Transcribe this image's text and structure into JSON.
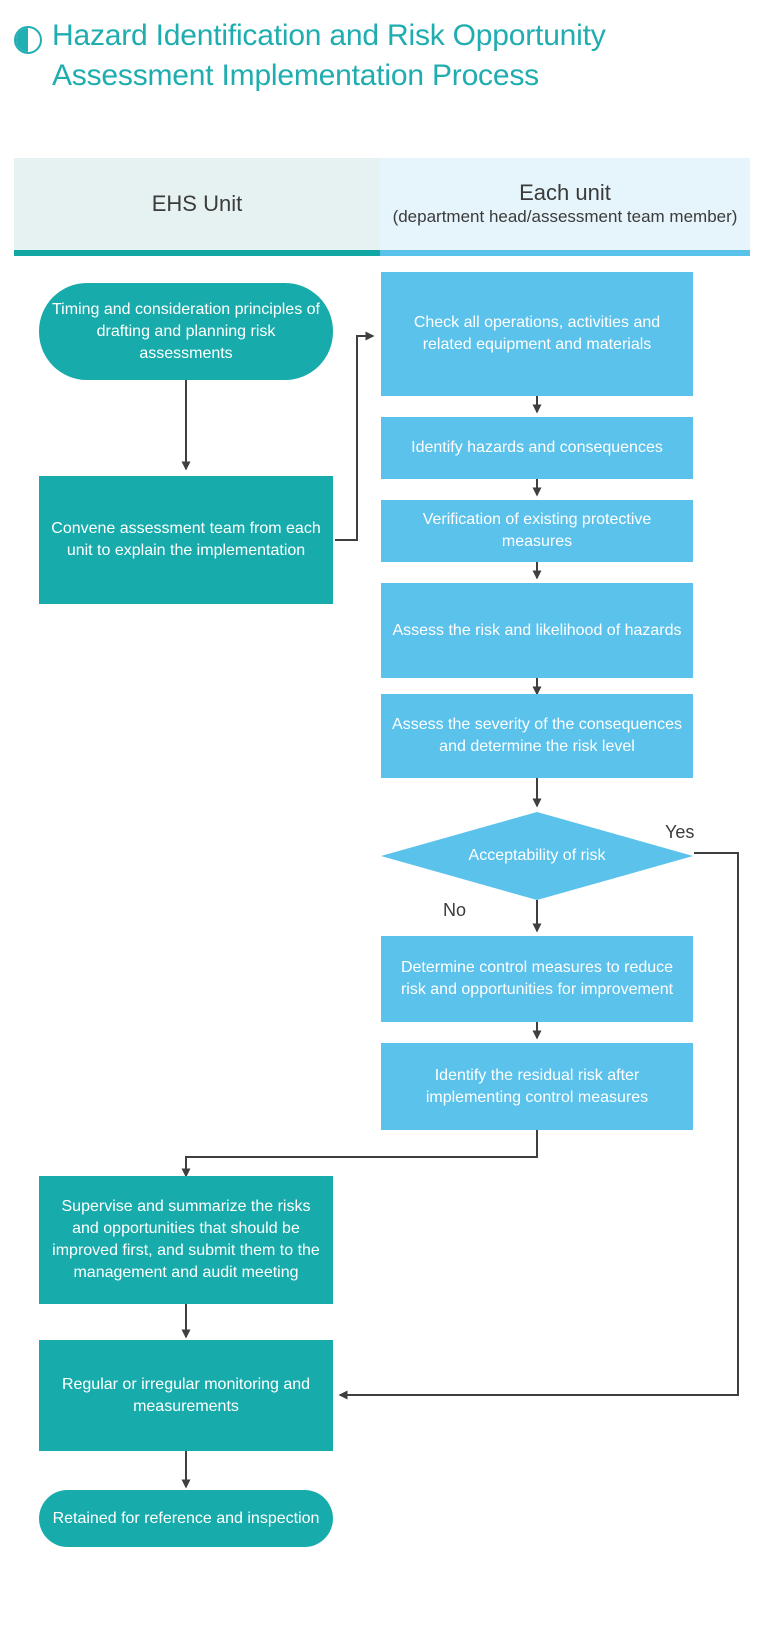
{
  "title": {
    "text": "Hazard Identification and Risk Opportunity Assessment Implementation Process",
    "icon": "half-filled-circle-icon",
    "color": "#1FADAF"
  },
  "header": {
    "left": {
      "label": "EHS Unit",
      "rule_color": "#12A7A5",
      "bg": "#E6F2F1"
    },
    "right": {
      "label": "Each unit",
      "sublabel": "(department head/assessment team member)",
      "rule_color": "#59C2EA",
      "bg": "#E6F4FB"
    }
  },
  "palette": {
    "teal": "#17ACAB",
    "blue": "#5BC2EC",
    "connector": "#3F3F3F",
    "text_on_fill": "#FFFFFF"
  },
  "chart_data": {
    "type": "diagram",
    "title": "Hazard Identification and Risk Opportunity Assessment Implementation Process",
    "lanes": [
      "EHS Unit",
      "Each unit (department head/assessment team member)"
    ],
    "nodes": [
      {
        "id": "n1",
        "lane": "EHS Unit",
        "shape": "pill",
        "fill": "teal",
        "text": "Timing and consideration principles of drafting and planning risk assessments"
      },
      {
        "id": "n2",
        "lane": "EHS Unit",
        "shape": "rect",
        "fill": "teal",
        "text": "Convene assessment team from each unit to explain the implementation"
      },
      {
        "id": "n3",
        "lane": "Each unit",
        "shape": "rect",
        "fill": "blue",
        "text": "Check all operations, activities and related equipment and materials"
      },
      {
        "id": "n4",
        "lane": "Each unit",
        "shape": "rect",
        "fill": "blue",
        "text": "Identify hazards and consequences"
      },
      {
        "id": "n5",
        "lane": "Each unit",
        "shape": "rect",
        "fill": "blue",
        "text": "Verification of existing protective measures"
      },
      {
        "id": "n6",
        "lane": "Each unit",
        "shape": "rect",
        "fill": "blue",
        "text": "Assess the risk and likelihood of hazards"
      },
      {
        "id": "n7",
        "lane": "Each unit",
        "shape": "rect",
        "fill": "blue",
        "text": "Assess the severity of the consequences and determine the risk level"
      },
      {
        "id": "n8",
        "lane": "Each unit",
        "shape": "diamond",
        "fill": "blue",
        "text": "Acceptability of risk"
      },
      {
        "id": "n9",
        "lane": "Each unit",
        "shape": "rect",
        "fill": "blue",
        "text": "Determine control measures to reduce risk and opportunities for improvement"
      },
      {
        "id": "n10",
        "lane": "Each unit",
        "shape": "rect",
        "fill": "blue",
        "text": "Identify the residual risk after implementing control measures"
      },
      {
        "id": "n11",
        "lane": "EHS Unit",
        "shape": "rect",
        "fill": "teal",
        "text": "Supervise and summarize the risks and opportunities that should be improved first, and submit them to the management and audit meeting"
      },
      {
        "id": "n12",
        "lane": "EHS Unit",
        "shape": "rect",
        "fill": "teal",
        "text": "Regular or irregular monitoring and measurements"
      },
      {
        "id": "n13",
        "lane": "EHS Unit",
        "shape": "pill",
        "fill": "teal",
        "text": "Retained for reference and inspection"
      }
    ],
    "edges": [
      {
        "from": "n1",
        "to": "n2",
        "label": ""
      },
      {
        "from": "n2",
        "to": "n3",
        "label": ""
      },
      {
        "from": "n3",
        "to": "n4",
        "label": ""
      },
      {
        "from": "n4",
        "to": "n5",
        "label": ""
      },
      {
        "from": "n5",
        "to": "n6",
        "label": ""
      },
      {
        "from": "n6",
        "to": "n7",
        "label": ""
      },
      {
        "from": "n7",
        "to": "n8",
        "label": ""
      },
      {
        "from": "n8",
        "to": "n9",
        "label": "No"
      },
      {
        "from": "n8",
        "to": "n12",
        "label": "Yes"
      },
      {
        "from": "n9",
        "to": "n10",
        "label": ""
      },
      {
        "from": "n10",
        "to": "n11",
        "label": ""
      },
      {
        "from": "n11",
        "to": "n12",
        "label": ""
      },
      {
        "from": "n12",
        "to": "n13",
        "label": ""
      }
    ],
    "edge_labels": {
      "yes": "Yes",
      "no": "No"
    }
  }
}
